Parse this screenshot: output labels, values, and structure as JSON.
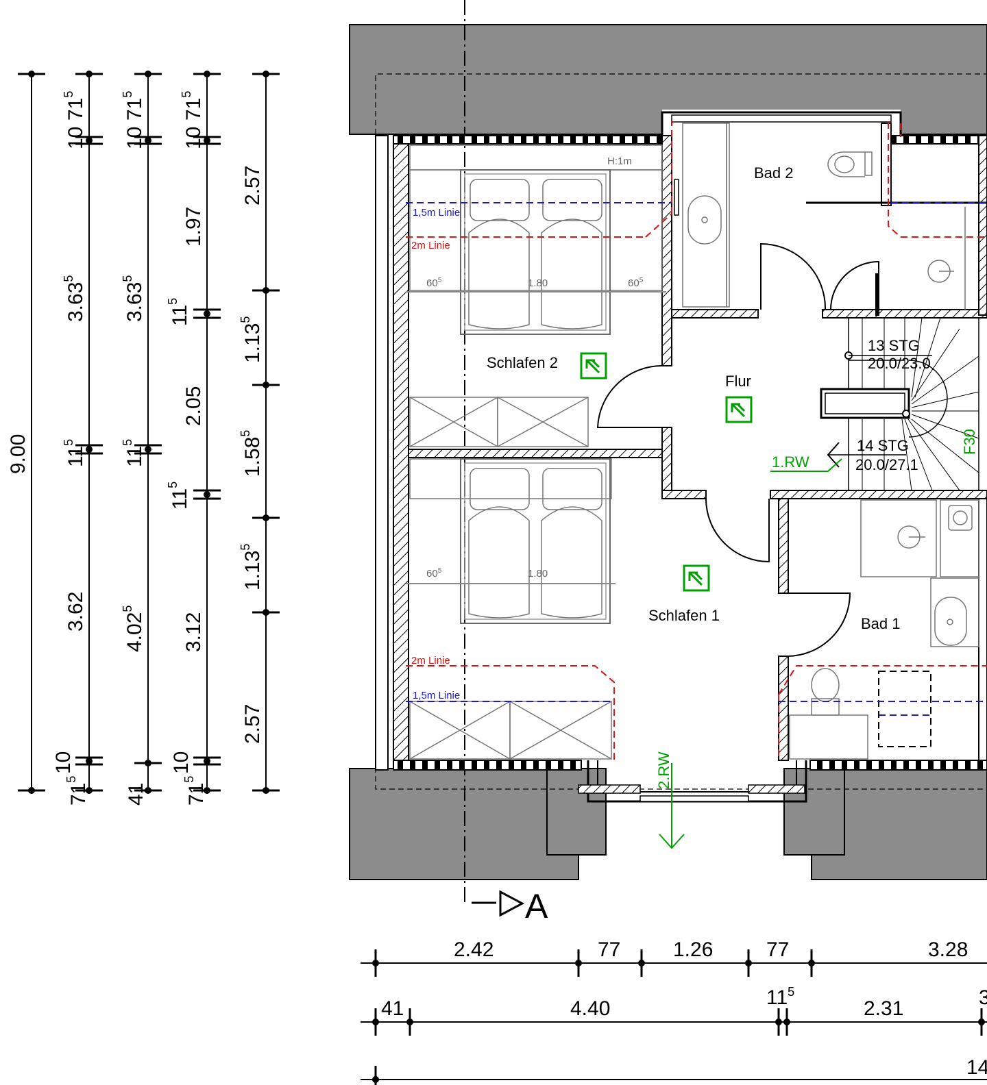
{
  "rooms": {
    "bad2": "Bad 2",
    "schlafen2": "Schlafen 2",
    "flur": "Flur",
    "schlafen1": "Schlafen 1",
    "bad1": "Bad 1"
  },
  "annotations": {
    "h1m": "H:1m",
    "line_15_top": "1,5m Linie",
    "line_2_top": "2m Linie",
    "line_2_bottom": "2m Linie",
    "line_15_bottom": "1,5m Linie",
    "bed1_left": "60",
    "bed1_left_sup": "5",
    "bed1_mid": "1.80",
    "bed1_right": "60",
    "bed1_right_sup": "5",
    "bed2_left": "60",
    "bed2_left_sup": "5",
    "bed2_mid": "1.80",
    "stairs_up_count": "13 STG",
    "stairs_up_size": "20.0/23.0",
    "stairs_down_count": "14 STG",
    "stairs_down_size": "20.0/27.1",
    "fire_rating": "F30",
    "escape_1": "1.RW",
    "escape_2": "2.RW",
    "section_mark": "A"
  },
  "dims_left": {
    "total": "9.00",
    "c1": [
      "10",
      "71",
      "5",
      "3.63",
      "5",
      "11",
      "5",
      "3.62",
      "10",
      "71",
      "5"
    ],
    "c1_values": {
      "top_a": "10",
      "top_b": "71",
      "top_b_sup": "5",
      "mid_a": "3.63",
      "mid_a_sup": "5",
      "mid_b": "11",
      "mid_b_sup": "5",
      "mid_c": "3.62",
      "bot_a": "10",
      "bot_b": "71",
      "bot_b_sup": "5"
    },
    "c2_values": {
      "top_a": "10",
      "top_b": "71",
      "top_b_sup": "5",
      "mid_a": "3.63",
      "mid_a_sup": "5",
      "mid_b": "11",
      "mid_b_sup": "5",
      "mid_c": "4.02",
      "mid_c_sup": "5",
      "bot_a": "41"
    },
    "c3_values": {
      "top_a": "10",
      "top_b": "71",
      "top_b_sup": "5",
      "a": "1.97",
      "b": "11",
      "b_sup": "5",
      "c": "2.05",
      "d": "11",
      "d_sup": "5",
      "e": "3.12",
      "bot_a": "10",
      "bot_b": "71",
      "bot_b_sup": "5"
    },
    "c4_values": {
      "a": "2.57",
      "b": "1.13",
      "b_sup": "5",
      "c": "1.58",
      "c_sup": "5",
      "d": "1.13",
      "d_sup": "5",
      "e": "2.57"
    }
  },
  "dims_bottom": {
    "row1": {
      "a": "2.42",
      "b": "77",
      "c": "1.26",
      "d": "77",
      "e": "3.28"
    },
    "row2": {
      "a": "41",
      "b": "4.40",
      "c": "11",
      "c_sup": "5",
      "d": "2.31",
      "e": "3"
    },
    "row3": {
      "a": "14"
    }
  },
  "colors": {
    "roof": "#8c8c8c",
    "wall": "#000000",
    "red_line": "#dd1111",
    "blue_line": "#1a1acc",
    "green": "#00a000",
    "furniture": "#777777"
  }
}
